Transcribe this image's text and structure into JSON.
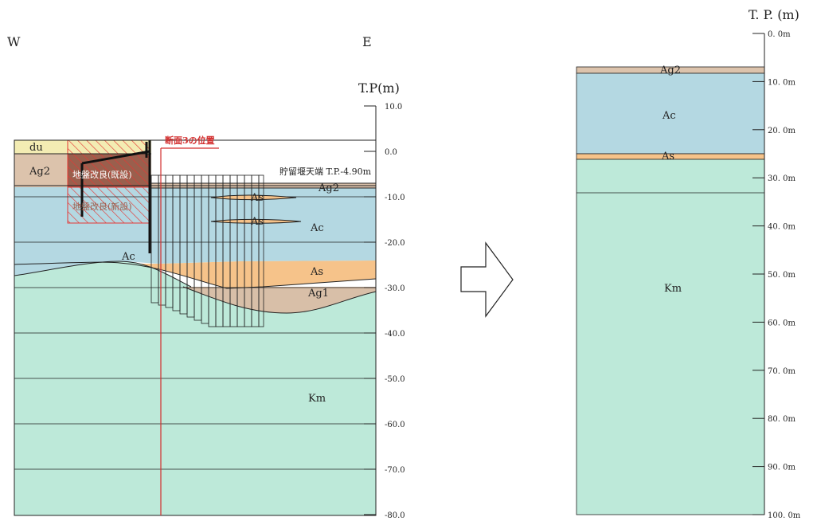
{
  "left_section": {
    "dir_west": "W",
    "dir_east": "E",
    "axis_title": "T.P(m)",
    "axis_ticks": [
      "10.0",
      "0.0",
      "-10.0",
      "-20.0",
      "-30.0",
      "-40.0",
      "-50.0",
      "-60.0",
      "-70.0",
      "-80.0"
    ],
    "layer_labels": {
      "du": "du",
      "ag2_left": "Ag2",
      "ag2_right": "Ag2",
      "ac_lens_1": "As",
      "ac_lens_2": "As",
      "ac_main": "Ac",
      "ac_left": "Ac",
      "as": "As",
      "ag1": "Ag1",
      "km": "Km"
    },
    "ground_improvement_existing": "地盤改良(既設)",
    "ground_improvement_new": "地盤改良(新設)",
    "section_position_label": "断面3の位置",
    "reservoir_end_label": "貯留堰天端 T.P.-4.90m",
    "colors": {
      "du": "#f3ecb3",
      "ag2": "#dcc3ac",
      "ac": "#b4d8e2",
      "as": "#f6c38a",
      "ag1": "#d8bfa8",
      "km": "#bde9d9",
      "improvement_existing": "#9a5f4d",
      "hatch_red": "#e53935"
    }
  },
  "right_section": {
    "axis_title": "T. P. (m)",
    "axis_ticks": [
      "0. 0m",
      "10. 0m",
      "20. 0m",
      "30. 0m",
      "40. 0m",
      "50. 0m",
      "60. 0m",
      "70. 0m",
      "80. 0m",
      "90. 0m",
      "100. 0m"
    ],
    "layer_labels": {
      "ag2": "Ag2",
      "ac": "Ac",
      "as": "As",
      "km": "Km"
    }
  }
}
